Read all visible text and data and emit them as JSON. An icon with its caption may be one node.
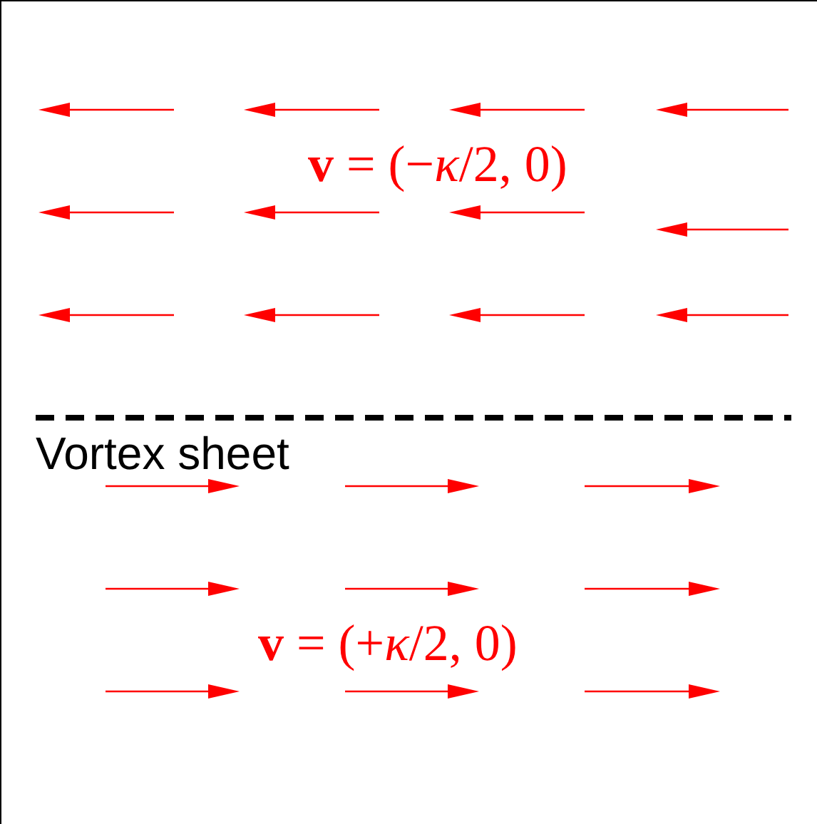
{
  "diagram": {
    "labels": [
      "**v** = (−*κ*/2, 0)",
      "Vortex sheet",
      "**v** = (+*κ*/2, 0)"
    ]
  }
}
